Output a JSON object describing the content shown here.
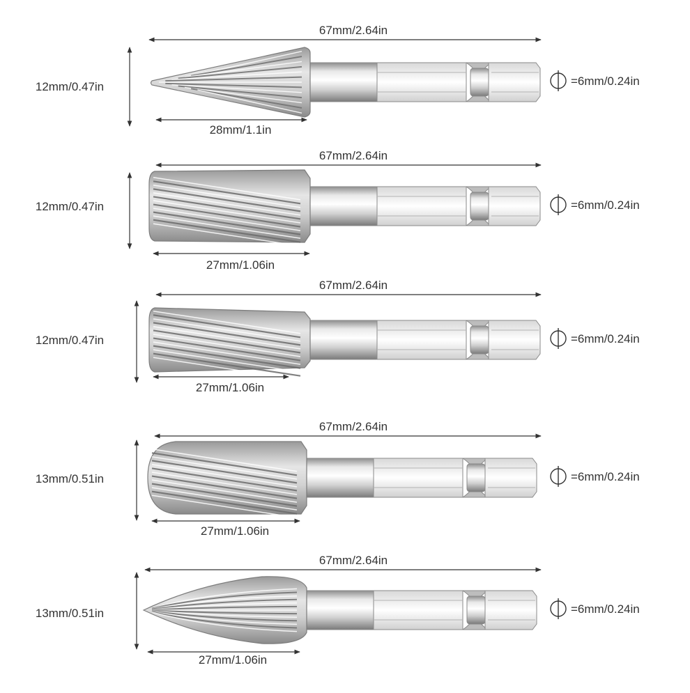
{
  "colors": {
    "line": "#333333",
    "text": "#333333",
    "steel_dark": "#8e8e8e",
    "steel_mid": "#c9c9c9",
    "steel_light": "#f2f2f2"
  },
  "burrs": [
    {
      "shape": "tapered-point",
      "overall_length_label": "67mm/2.64in",
      "head_diameter_label": "12mm/0.47in",
      "head_length_label": "28mm/1.1in",
      "shank_diameter_label": "=6mm/0.24in"
    },
    {
      "shape": "cylinder",
      "overall_length_label": "67mm/2.64in",
      "head_diameter_label": "12mm/0.47in",
      "head_length_label": "27mm/1.06in",
      "shank_diameter_label": "=6mm/0.24in"
    },
    {
      "shape": "inverted-cone",
      "overall_length_label": "67mm/2.64in",
      "head_diameter_label": "12mm/0.47in",
      "head_length_label": "27mm/1.06in",
      "shank_diameter_label": "=6mm/0.24in"
    },
    {
      "shape": "ball-nose-cylinder",
      "overall_length_label": "67mm/2.64in",
      "head_diameter_label": "13mm/0.51in",
      "head_length_label": "27mm/1.06in",
      "shank_diameter_label": "=6mm/0.24in"
    },
    {
      "shape": "flame",
      "overall_length_label": "67mm/2.64in",
      "head_diameter_label": "13mm/0.51in",
      "head_length_label": "27mm/1.06in",
      "shank_diameter_label": "=6mm/0.24in"
    }
  ]
}
